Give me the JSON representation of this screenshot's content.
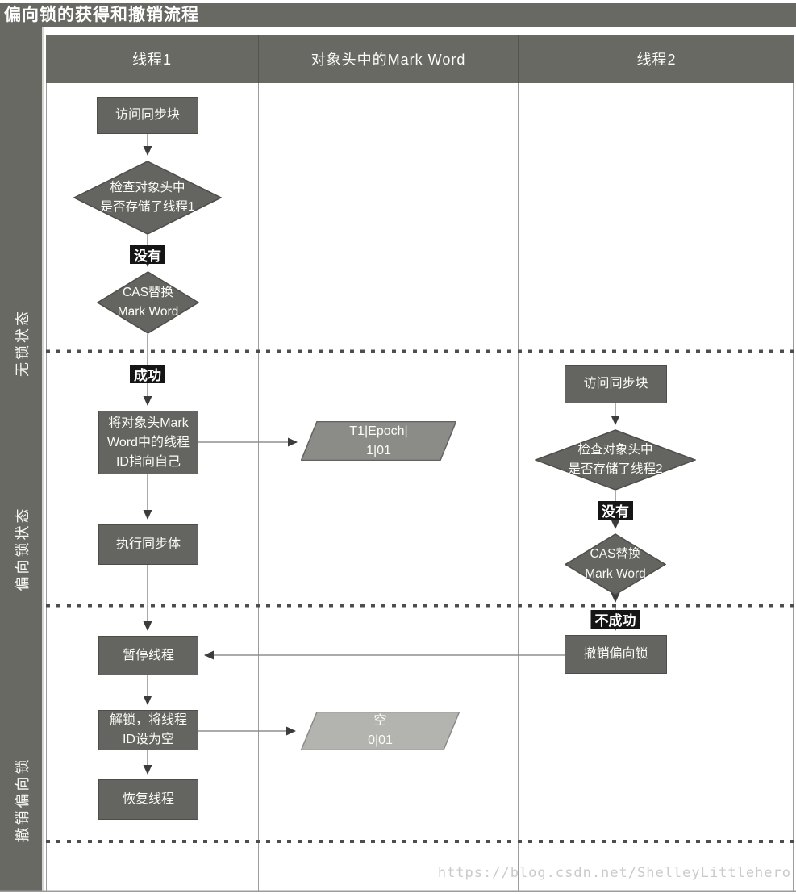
{
  "title": "偏向锁的获得和撤销流程",
  "watermark": "https://blog.csdn.net/ShelleyLittlehero",
  "columns": [
    {
      "label": "线程1"
    },
    {
      "label": "对象头中的Mark Word"
    },
    {
      "label": "线程2"
    }
  ],
  "lanes": [
    {
      "label": "无锁状态"
    },
    {
      "label": "偏向锁状态"
    },
    {
      "label": "撤销偏向锁"
    }
  ],
  "nodes": {
    "t1_access": {
      "type": "process",
      "label": "访问同步块"
    },
    "t1_check": {
      "type": "decision",
      "label": "检查对象头中\n是否存储了线程1"
    },
    "t1_cas": {
      "type": "decision",
      "label": "CAS替换\nMark Word"
    },
    "t1_set_id": {
      "type": "process",
      "label": "将对象头Mark\nWord中的线程\nID指向自己"
    },
    "t1_exec": {
      "type": "process",
      "label": "执行同步体"
    },
    "t1_pause": {
      "type": "process",
      "label": "暂停线程"
    },
    "t1_unlock": {
      "type": "process",
      "label": "解锁，将线程\nID设为空"
    },
    "t1_resume": {
      "type": "process",
      "label": "恢复线程"
    },
    "mw_biased": {
      "type": "data",
      "label": "T1|Epoch|\n1|01"
    },
    "mw_empty": {
      "type": "data",
      "label": "空\n0|01"
    },
    "t2_access": {
      "type": "process",
      "label": "访问同步块"
    },
    "t2_check": {
      "type": "decision",
      "label": "检查对象头中\n是否存储了线程2"
    },
    "t2_cas": {
      "type": "decision",
      "label": "CAS替换\nMark Word"
    },
    "t2_revoke": {
      "type": "process",
      "label": "撤销偏向锁"
    }
  },
  "badges": {
    "t1_no": "没有",
    "t1_success": "成功",
    "t2_no": "没有",
    "t2_fail": "不成功"
  },
  "colors": {
    "frame": "#696964",
    "node_fill": "#646460",
    "node_border": "#4e4e49",
    "badge_bg": "#151515",
    "mark_word_biased": "#8b8b87",
    "mark_word_empty": "#b3b3af",
    "flow_line": "#8f8f8f",
    "arrowhead": "#3c3c3c",
    "dashed_separator": "#4d4d4d",
    "watermark_text": "#cacaca"
  }
}
